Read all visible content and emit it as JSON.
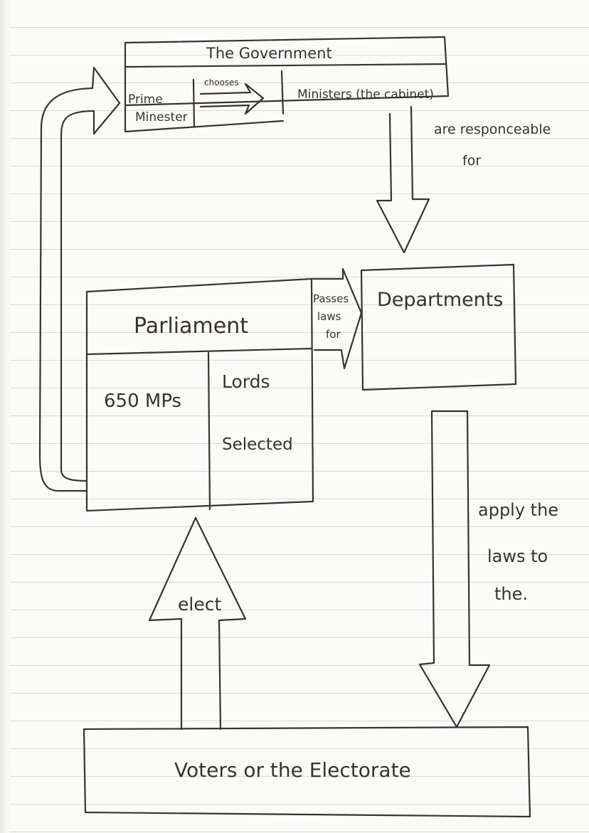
{
  "diagram": {
    "government": {
      "title": "The Government",
      "prime_minister_line1": "Prime",
      "prime_minister_line2": "Minester",
      "chooses_label": "chooses",
      "ministers_label": "Ministers (the cabinet)"
    },
    "responsible_label_line1": "are responceable",
    "responsible_label_line2": "for",
    "parliament": {
      "title": "Parliament",
      "mps_label": "650 MPs",
      "lords_line1": "Lords",
      "lords_line2": "Selected"
    },
    "passes_laws_line1": "Passes",
    "passes_laws_line2": "laws",
    "passes_laws_line3": "for",
    "departments_label": "Departments",
    "apply_laws_line1": "apply the",
    "apply_laws_line2": "laws to",
    "apply_laws_line3": "the.",
    "elect_label": "elect",
    "voters_label": "Voters or the Electorate",
    "colors": {
      "ink": "#3a3230",
      "paper": "#fbfbf9",
      "ruled_line": "#d9d9d6"
    }
  }
}
